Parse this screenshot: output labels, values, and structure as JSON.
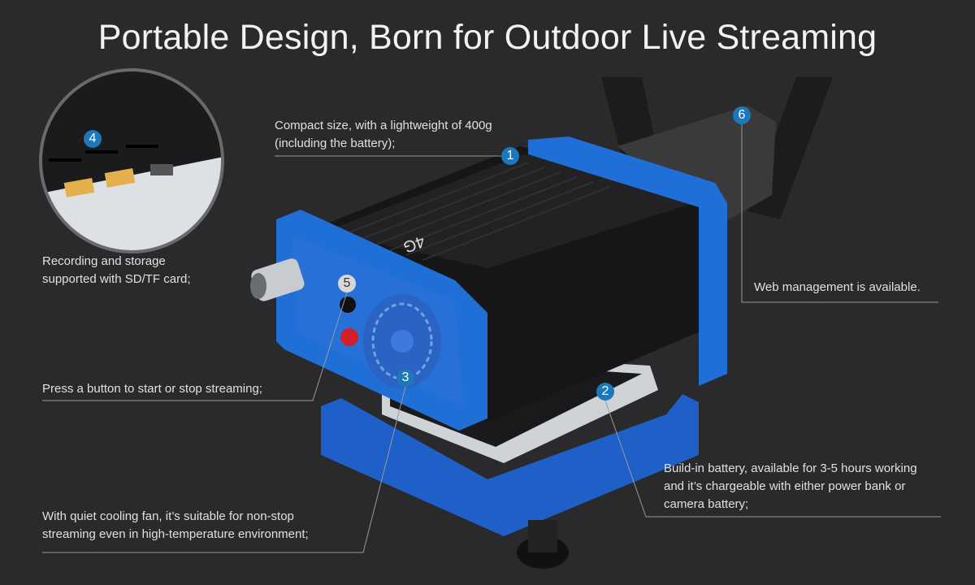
{
  "title": "Portable Design, Born for Outdoor Live Streaming",
  "features": [
    {
      "number": "1",
      "text_lines": [
        "Compact size, with a lightweight of 400g",
        "(including the battery);"
      ]
    },
    {
      "number": "2",
      "text_lines": [
        "Build-in battery, available for 3-5 hours working",
        "and it’s chargeable with either power bank or",
        "camera battery;"
      ]
    },
    {
      "number": "3",
      "text_lines": [
        "With quiet cooling fan, it’s suitable for non-stop",
        "streaming even in high-temperature environment;"
      ]
    },
    {
      "number": "4",
      "text_lines": [
        "Recording and storage",
        "supported with SD/TF card;"
      ]
    },
    {
      "number": "5",
      "text_lines": [
        "Press a button to start or stop streaming;"
      ]
    },
    {
      "number": "6",
      "text_lines": [
        "Web management is available."
      ]
    }
  ],
  "device_label": "4G",
  "colors": {
    "background": "#2a2a2c",
    "accent_blue": "#1f6fd6",
    "badge": "#1c78b8"
  }
}
